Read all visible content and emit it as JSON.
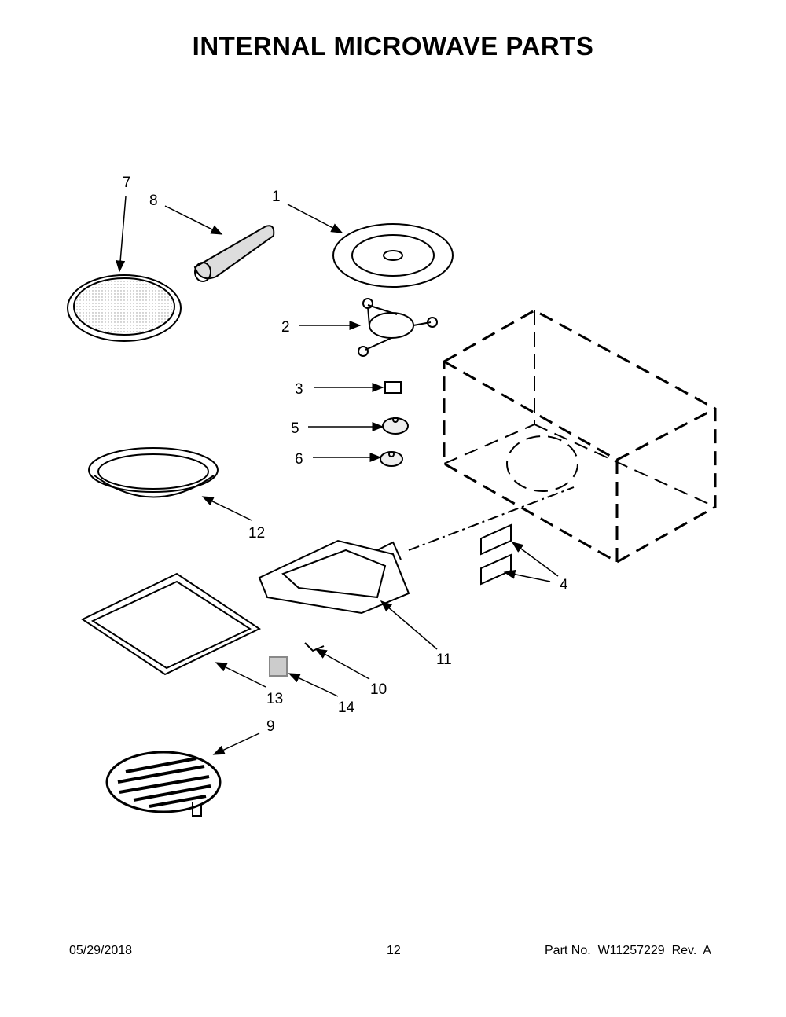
{
  "title": "INTERNAL MICROWAVE PARTS",
  "callouts": [
    "1",
    "2",
    "3",
    "4",
    "5",
    "6",
    "7",
    "8",
    "9",
    "10",
    "11",
    "12",
    "13",
    "14"
  ],
  "footer": {
    "date": "05/29/2018",
    "page": "12",
    "part_number": "Part No.  W11257229  Rev.  A"
  }
}
